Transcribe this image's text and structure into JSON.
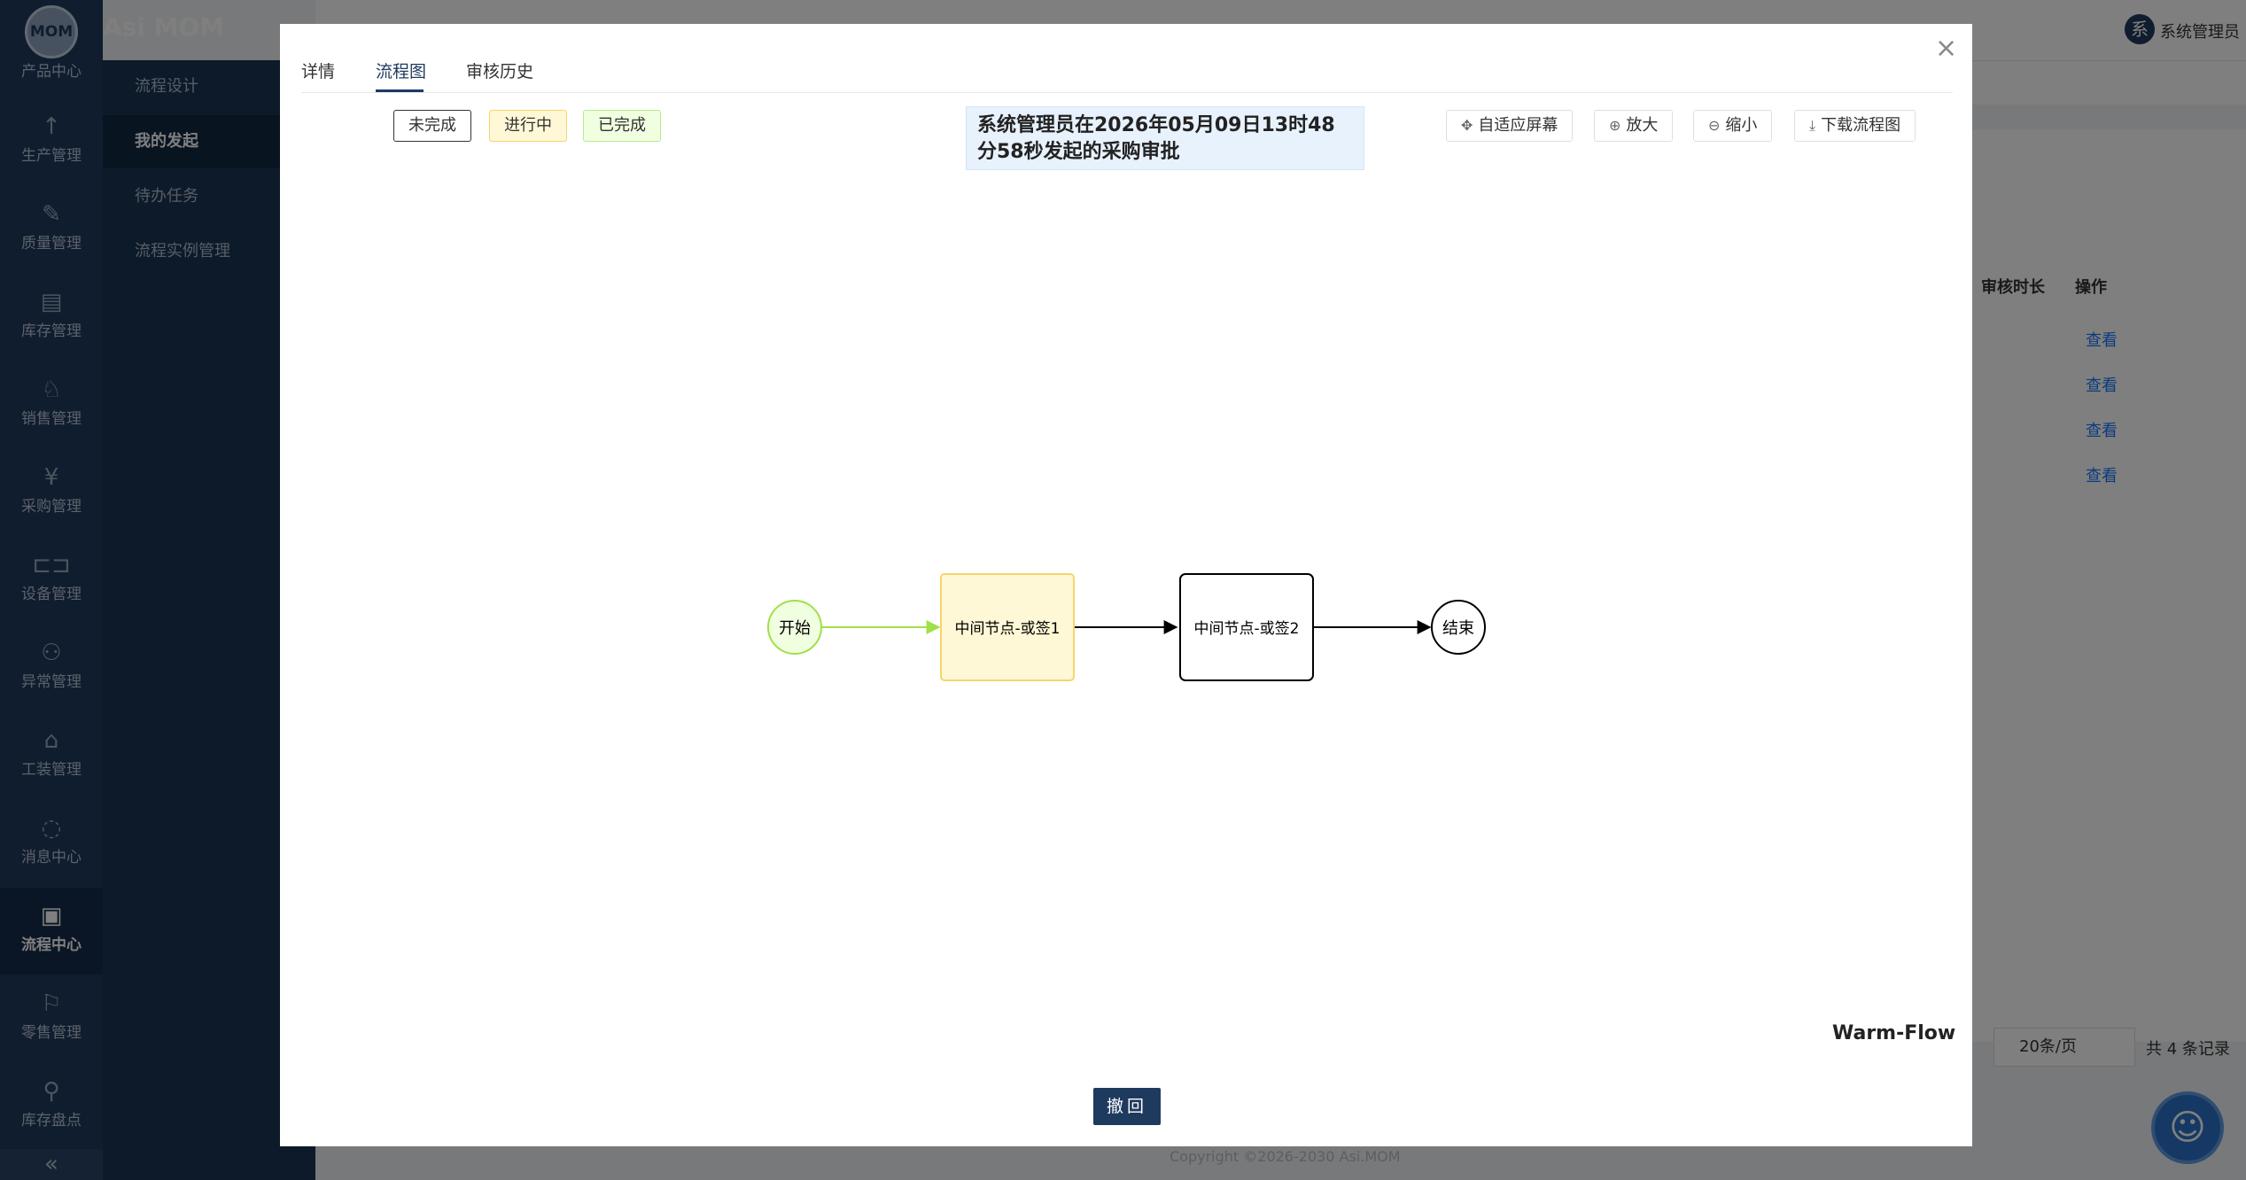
{
  "app": {
    "title": "Asi MOM",
    "logo_text": "MOM"
  },
  "rail": {
    "items": [
      {
        "label": "产品中心",
        "icon": "product-icon"
      },
      {
        "label": "生产管理",
        "icon": "arrow-up-icon"
      },
      {
        "label": "质量管理",
        "icon": "wrench-icon"
      },
      {
        "label": "库存管理",
        "icon": "inventory-icon"
      },
      {
        "label": "销售管理",
        "icon": "bell-icon"
      },
      {
        "label": "采购管理",
        "icon": "yen-icon"
      },
      {
        "label": "设备管理",
        "icon": "device-icon"
      },
      {
        "label": "异常管理",
        "icon": "network-icon"
      },
      {
        "label": "工装管理",
        "icon": "bank-icon"
      },
      {
        "label": "消息中心",
        "icon": "chat-icon"
      },
      {
        "label": "流程中心",
        "icon": "flow-icon"
      },
      {
        "label": "零售管理",
        "icon": "flag-icon"
      },
      {
        "label": "库存盘点",
        "icon": "search-icon"
      }
    ],
    "active_index": 10,
    "collapse_glyph": "«"
  },
  "submenu": {
    "items": [
      "流程设计",
      "我的发起",
      "待办任务",
      "流程实例管理"
    ],
    "active_index": 1
  },
  "background": {
    "user_name": "系统管理员",
    "avatar_char": "系",
    "col_duration": "审核时长",
    "col_action": "操作",
    "row_action": "查看",
    "page_size": "20条/页",
    "total": "共 4 条记录",
    "footer": "Copyright ©2026-2030 Asi.MOM"
  },
  "modal": {
    "tabs": [
      "详情",
      "流程图",
      "审核历史"
    ],
    "active_tab": 1,
    "legend": [
      "未完成",
      "进行中",
      "已完成"
    ],
    "banner": "系统管理员在2026年05月09日13时48分58秒发起的采购审批",
    "tools": [
      {
        "label": "自适应屏幕",
        "icon": "move-icon",
        "glyph": "✥"
      },
      {
        "label": "放大",
        "icon": "zoom-in-icon",
        "glyph": "⊕"
      },
      {
        "label": "缩小",
        "icon": "zoom-out-icon",
        "glyph": "⊖"
      },
      {
        "label": "下载流程图",
        "icon": "download-icon",
        "glyph": "⤓"
      }
    ],
    "brand": "Warm-Flow",
    "revoke_label": "撤回",
    "close_glyph": "×"
  },
  "flow": {
    "start": "开始",
    "node1": "中间节点-或签1",
    "node2": "中间节点-或签2",
    "end": "结束",
    "colors": {
      "done": "#a0e048",
      "active": "#f7d46b",
      "pending": "#000000"
    }
  }
}
